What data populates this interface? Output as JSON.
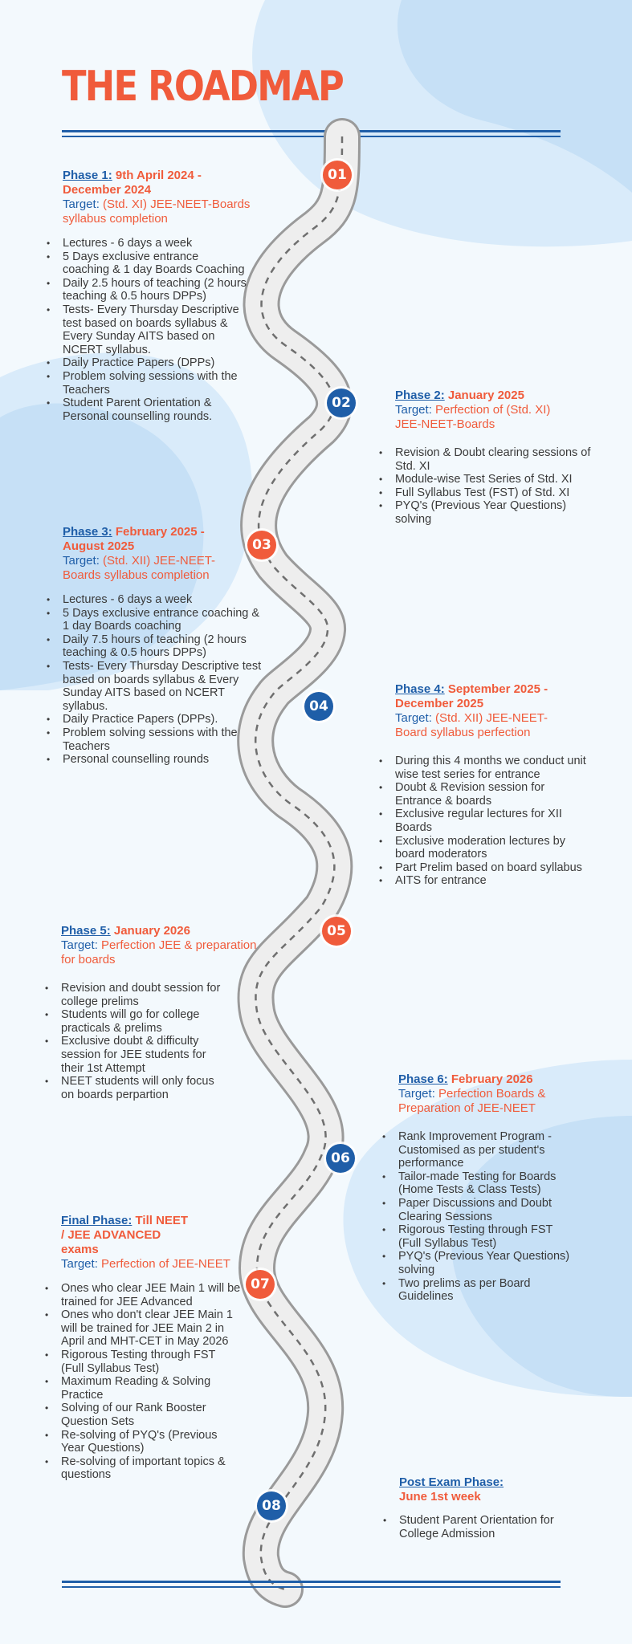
{
  "title": "THE ROADMAP",
  "colors": {
    "accent": "#f05b3b",
    "brand": "#1f5ea8",
    "background": "#f3f9fd"
  },
  "phases": [
    {
      "label": "Phase 1:",
      "period": "9th April 2024 - December 2024",
      "target_label": "Target:",
      "target": "(Std. XI) JEE-NEET-Boards syllabus completion",
      "number": "01",
      "items": [
        "Lectures - 6 days a week",
        "5 Days exclusive entrance coaching & 1 day Boards Coaching",
        "Daily 2.5 hours of teaching (2 hours teaching & 0.5 hours DPPs)",
        "Tests- Every Thursday Descriptive test based on boards syllabus & Every Sunday AITS based on NCERT syllabus.",
        "Daily Practice Papers (DPPs)",
        "Problem solving sessions with the Teachers",
        "Student Parent Orientation & Personal counselling rounds."
      ]
    },
    {
      "label": "Phase 2:",
      "period": "January 2025",
      "target_label": "Target:",
      "target": "Perfection of (Std. XI) JEE-NEET-Boards",
      "number": "02",
      "items": [
        "Revision & Doubt clearing sessions of Std. XI",
        "Module-wise Test Series of Std. XI",
        "Full Syllabus Test (FST) of Std. XI",
        "PYQ's (Previous Year Questions) solving"
      ]
    },
    {
      "label": "Phase 3:",
      "period": "February 2025 - August 2025",
      "target_label": "Target:",
      "target": "(Std. XII) JEE-NEET-Boards syllabus completion",
      "number": "03",
      "items": [
        "Lectures - 6 days a week",
        "5 Days exclusive entrance coaching & 1 day Boards coaching",
        "Daily 7.5 hours of teaching (2 hours teaching & 0.5 hours DPPs)",
        "Tests- Every Thursday Descriptive test based on boards syllabus & Every Sunday AITS based on NCERT syllabus.",
        "Daily Practice Papers (DPPs).",
        "Problem solving sessions with the Teachers",
        "Personal counselling rounds"
      ]
    },
    {
      "label": "Phase 4:",
      "period": "September 2025 - December 2025",
      "target_label": "Target:",
      "target": "(Std. XII) JEE-NEET-Board syllabus perfection",
      "number": "04",
      "items": [
        "During this 4 months we conduct unit wise test series for entrance",
        "Doubt & Revision session for Entrance & boards",
        "Exclusive regular lectures for XII Boards",
        "Exclusive moderation lectures by board moderators",
        "Part Prelim based on board syllabus",
        "AITS for entrance"
      ]
    },
    {
      "label": "Phase 5:",
      "period": "January 2026",
      "target_label": "Target:",
      "target": "Perfection JEE & preparation for boards",
      "number": "05",
      "items": [
        "Revision and doubt session for college prelims",
        "Students will go for college practicals & prelims",
        "Exclusive doubt & difficulty session for JEE students for their 1st Attempt",
        "NEET students will only focus on boards perpartion"
      ]
    },
    {
      "label": "Phase 6:",
      "period": "February 2026",
      "target_label": "Target:",
      "target": "Perfection Boards & Preparation of JEE-NEET",
      "number": "06",
      "items": [
        "Rank Improvement Program - Customised as per student's performance",
        "Tailor-made Testing for Boards (Home Tests & Class Tests)",
        "Paper Discussions and Doubt Clearing Sessions",
        "Rigorous Testing through FST (Full Syllabus Test)",
        "PYQ's (Previous Year Questions) solving",
        "Two prelims as per Board Guidelines"
      ]
    },
    {
      "label": "Final Phase:",
      "period": "Till NEET / JEE ADVANCED exams",
      "target_label": "Target:",
      "target": "Perfection of JEE-NEET",
      "number": "07",
      "items": [
        "Ones who clear JEE Main 1 will be trained for JEE Advanced",
        "Ones who don't clear JEE Main 1 will be trained for JEE Main 2 in April and MHT-CET in May 2026",
        "Rigorous Testing through FST (Full Syllabus Test)",
        "Maximum Reading & Solving Practice",
        "Solving of our Rank Booster Question Sets",
        "Re-solving of PYQ's  (Previous Year Questions)",
        "Re-solving of important topics & questions"
      ]
    },
    {
      "label": "Post Exam Phase:",
      "period": "June 1st week",
      "number": "08",
      "items": [
        "Student Parent Orientation for College Admission"
      ]
    }
  ]
}
